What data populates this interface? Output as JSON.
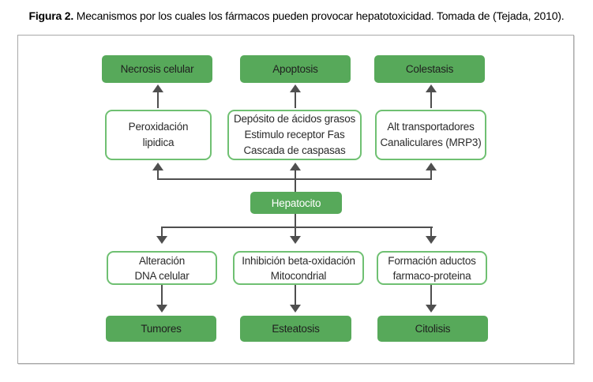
{
  "figure_caption": {
    "prefix": "Figura 2.",
    "text": " Mecanismos por los cuales los fármacos pueden provocar hepatotoxicidad. Tomada de (Tejada, 2010)."
  },
  "flowchart": {
    "center_node": "Hepatocito",
    "columns": [
      {
        "outcome_top": "Necrosis celular",
        "mechanism_top_lines": [
          "Peroxidación",
          "lipidica"
        ],
        "mechanism_bottom_lines": [
          "Alteración",
          "DNA celular"
        ],
        "outcome_bottom": "Tumores"
      },
      {
        "outcome_top": "Apoptosis",
        "mechanism_top_lines": [
          "Depósito de ácidos grasos",
          "Estimulo receptor Fas",
          "Cascada de caspasas"
        ],
        "mechanism_bottom_lines": [
          "Inhibición beta-oxidación",
          "Mitocondrial"
        ],
        "outcome_bottom": "Esteatosis"
      },
      {
        "outcome_top": "Colestasis",
        "mechanism_top_lines": [
          "Alt transportadores",
          "Canaliculares (MRP3)"
        ],
        "mechanism_bottom_lines": [
          "Formación aductos",
          "farmaco-proteina"
        ],
        "outcome_bottom": "Citolisis"
      }
    ]
  },
  "colors": {
    "node_green": "#57a95a",
    "white_box_border": "#6fc072",
    "arrow_gray": "#4f4f4f",
    "frame_border": "#a9a9a9",
    "text_dark": "#1f1f1f",
    "text_on_green": "#ffffff"
  }
}
